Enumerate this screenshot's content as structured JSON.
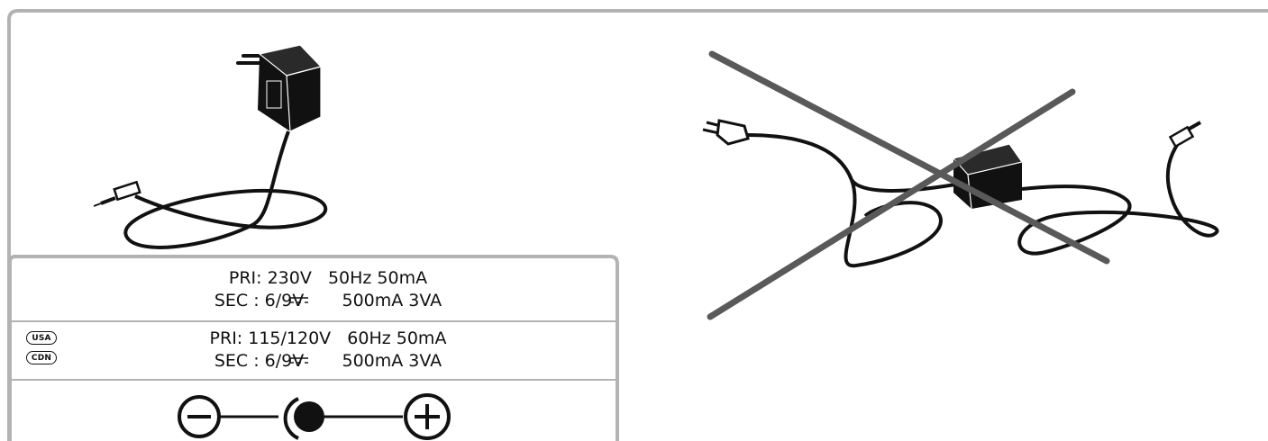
{
  "specs_230": {
    "pri": "PRI: 230V   50Hz 50mA",
    "sec": "SEC : 6/9V       500mA 3VA"
  },
  "specs_120": {
    "pri": "PRI: 115/120V   60Hz 50mA",
    "sec": "SEC : 6/9V       500mA 3VA",
    "badges": [
      "USA",
      "CDN"
    ]
  },
  "polarity": {
    "left_symbol": "minus",
    "center_symbol": "center-pin",
    "right_symbol": "plus"
  },
  "colors": {
    "frame": "#b3b3b3",
    "cross": "#595959",
    "ink": "#111111"
  }
}
